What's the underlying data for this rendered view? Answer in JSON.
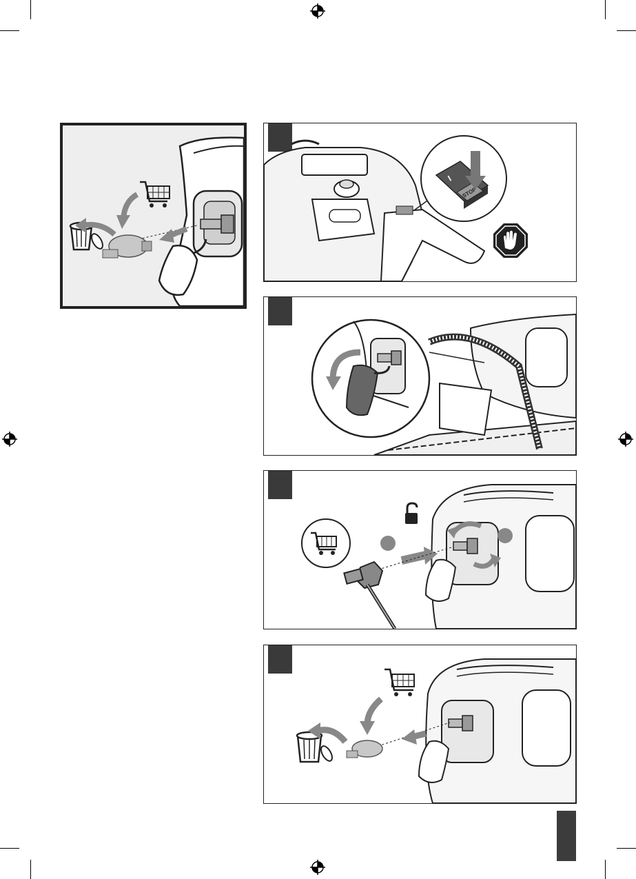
{
  "page": {
    "background": "#ffffff",
    "ink": "#222222",
    "step_tab_color": "#3a3a3a"
  },
  "illustrations": {
    "overview": {
      "icons": [
        "shopping-cart-icon",
        "trash-bin-icon",
        "spark-plug-icon",
        "engine-cover"
      ]
    },
    "step_1": {
      "switch_label": "STOP",
      "switch_mark": "I",
      "icons": [
        "stop-hand-icon",
        "down-arrow-icon"
      ]
    },
    "step_2": {
      "icons": [
        "rotate-arrow-icon",
        "spark-plug-cap"
      ]
    },
    "step_3": {
      "icons": [
        "unlock-padlock-icon",
        "shopping-cart-icon",
        "spark-plug-wrench",
        "rotate-arrow-icon"
      ]
    },
    "step_4": {
      "icons": [
        "shopping-cart-icon",
        "trash-bin-icon",
        "spark-plug-icon"
      ]
    }
  }
}
